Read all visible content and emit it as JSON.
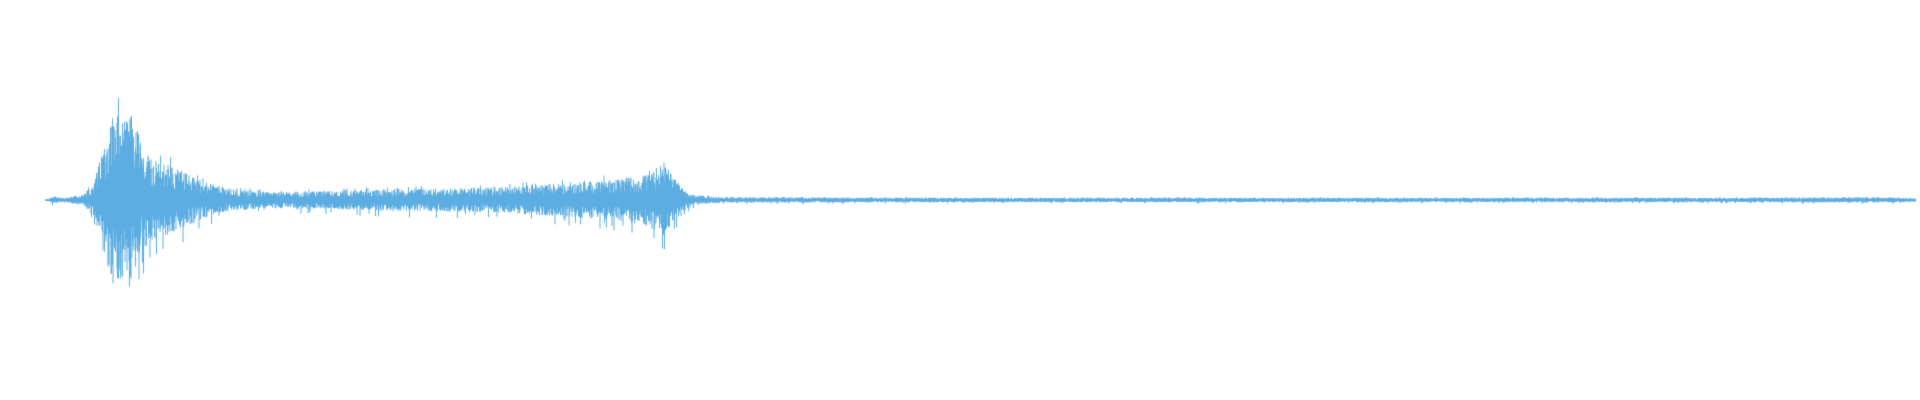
{
  "waveform": {
    "color": "#5dade2",
    "background": "#ffffff",
    "channels": 1,
    "description_label": "",
    "envelope": [
      {
        "t": 0.0,
        "amp": 0.0
      },
      {
        "t": 0.004,
        "amp": 0.04
      },
      {
        "t": 0.01,
        "amp": 0.02
      },
      {
        "t": 0.02,
        "amp": 0.06
      },
      {
        "t": 0.026,
        "amp": 0.18
      },
      {
        "t": 0.032,
        "amp": 0.7
      },
      {
        "t": 0.036,
        "amp": 1.0
      },
      {
        "t": 0.04,
        "amp": 0.9
      },
      {
        "t": 0.046,
        "amp": 0.95
      },
      {
        "t": 0.052,
        "amp": 0.55
      },
      {
        "t": 0.058,
        "amp": 0.45
      },
      {
        "t": 0.066,
        "amp": 0.4
      },
      {
        "t": 0.074,
        "amp": 0.32
      },
      {
        "t": 0.085,
        "amp": 0.2
      },
      {
        "t": 0.1,
        "amp": 0.12
      },
      {
        "t": 0.12,
        "amp": 0.09
      },
      {
        "t": 0.15,
        "amp": 0.1
      },
      {
        "t": 0.18,
        "amp": 0.12
      },
      {
        "t": 0.21,
        "amp": 0.13
      },
      {
        "t": 0.24,
        "amp": 0.14
      },
      {
        "t": 0.27,
        "amp": 0.18
      },
      {
        "t": 0.3,
        "amp": 0.22
      },
      {
        "t": 0.32,
        "amp": 0.28
      },
      {
        "t": 0.33,
        "amp": 0.4
      },
      {
        "t": 0.338,
        "amp": 0.2
      },
      {
        "t": 0.345,
        "amp": 0.06
      },
      {
        "t": 0.36,
        "amp": 0.03
      },
      {
        "t": 0.5,
        "amp": 0.025
      },
      {
        "t": 0.7,
        "amp": 0.025
      },
      {
        "t": 0.9,
        "amp": 0.025
      },
      {
        "t": 0.98,
        "amp": 0.03
      },
      {
        "t": 1.0,
        "amp": 0.02
      }
    ]
  }
}
